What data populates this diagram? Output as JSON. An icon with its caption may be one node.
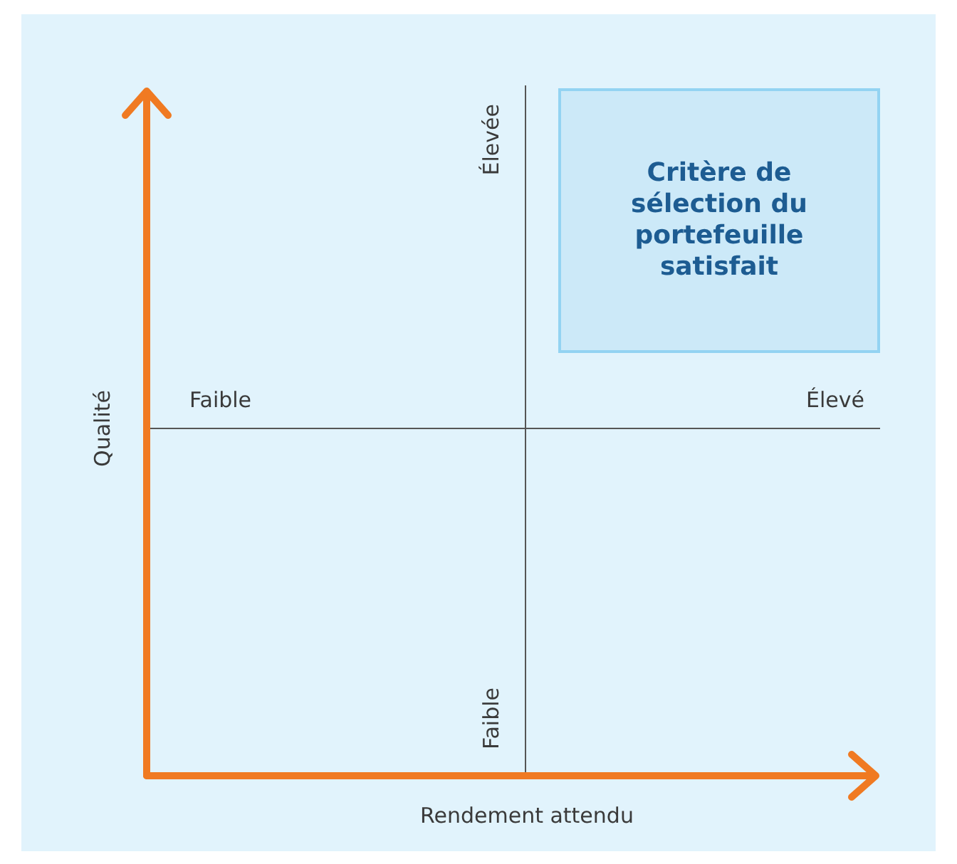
{
  "diagram": {
    "nodes": [
      {
        "text": [
          "Critère de sélection du portefeuille satisfait"
        ]
      }
    ],
    "labels": [
      "Élevée",
      "Faible",
      "Élevé",
      "Qualité",
      "Faible",
      "Rendement attendu"
    ]
  }
}
